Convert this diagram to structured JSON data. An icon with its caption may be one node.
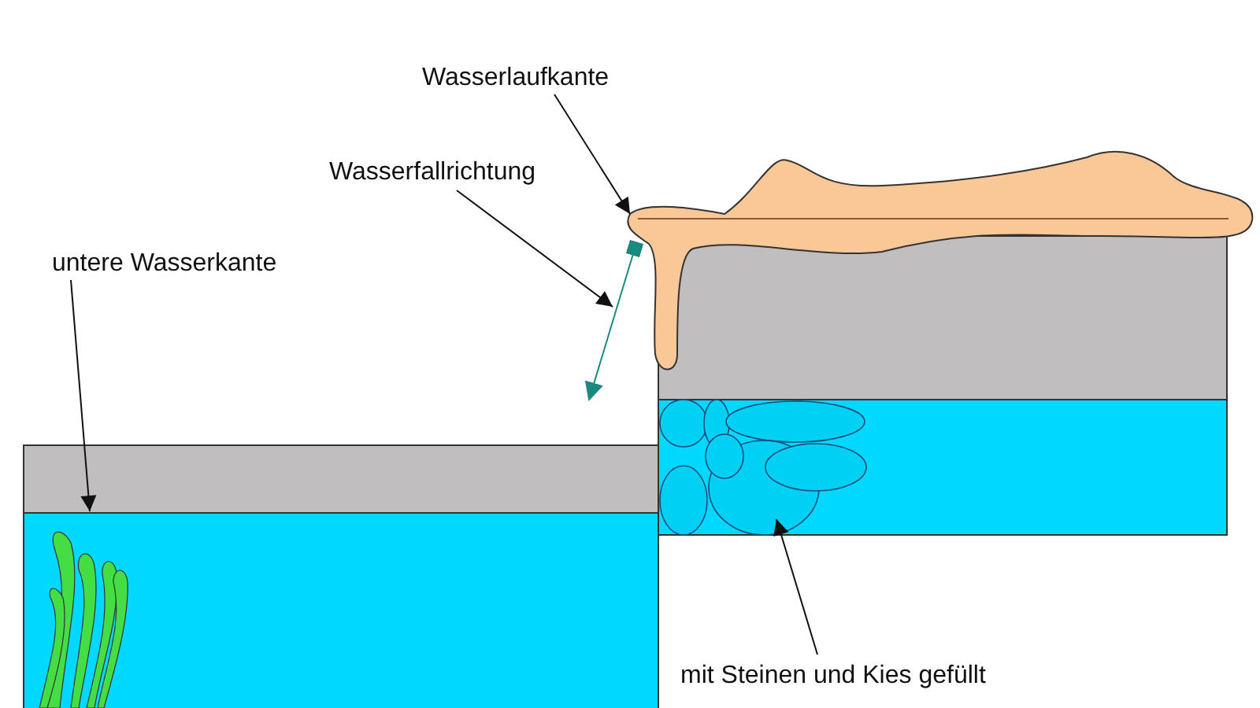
{
  "diagram": {
    "nodes": [
      {
        "text": [
          "Wasserlaufkante"
        ]
      },
      {
        "text": [
          "Wasserfallrichtung"
        ]
      },
      {
        "text": [
          "untere Wasserkante"
        ]
      },
      {
        "text": [
          "mit Steinen und Kies gefüllt"
        ]
      },
      {
        "text": [],
        "shape": "picture"
      },
      {
        "text": [],
        "shape": "box"
      },
      {
        "text": [],
        "shape": "picture",
        "in": 8
      },
      {
        "text": [],
        "shape": "box"
      },
      {
        "text": [],
        "shape": "box"
      },
      {
        "text": [],
        "shape": "box"
      }
    ],
    "edges": [
      {
        "from": 0,
        "to": 4,
        "arrow": "to"
      },
      {
        "from": 1,
        "to": null,
        "arrow": "to"
      },
      {
        "from": 2,
        "to": 5,
        "arrow": "to"
      },
      {
        "from": 3,
        "to": 6,
        "arrow": "to"
      },
      {
        "from": 4,
        "to": null,
        "arrow": "to",
        "color": "#1a8a80"
      }
    ]
  }
}
